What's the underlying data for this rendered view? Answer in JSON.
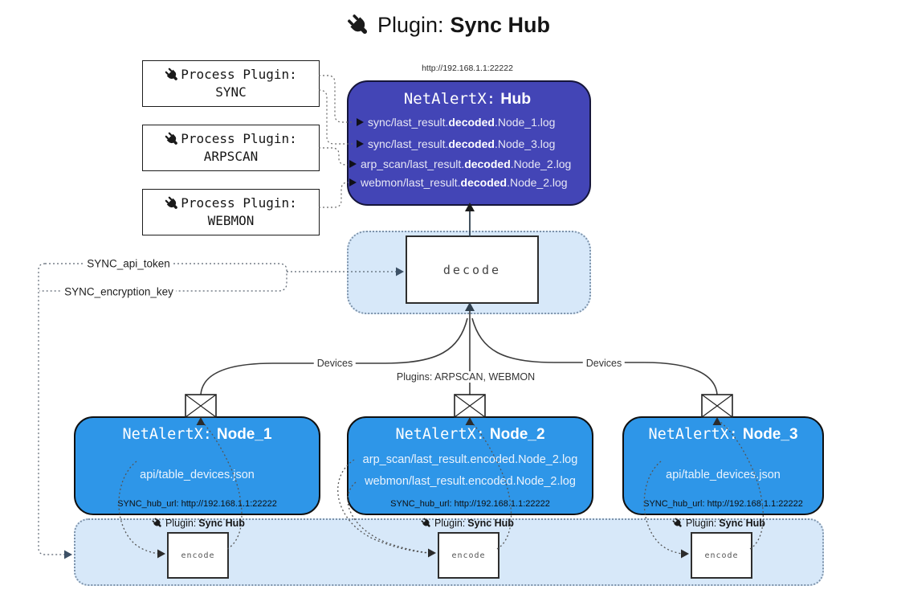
{
  "title": {
    "label": "Plugin:",
    "name": "Sync Hub"
  },
  "hub": {
    "url": "http://192.168.1.1:22222",
    "name_prefix": "NetAlertX:",
    "name": "Hub",
    "logs": [
      {
        "pre": "sync/last_result.",
        "bold": "decoded",
        "post": ".Node_1.log"
      },
      {
        "pre": "sync/last_result.",
        "bold": "decoded",
        "post": ".Node_3.log"
      },
      {
        "pre": "arp_scan/last_result.",
        "bold": "decoded",
        "post": ".Node_2.log"
      },
      {
        "pre": "webmon/last_result.",
        "bold": "decoded",
        "post": ".Node_2.log"
      }
    ]
  },
  "process_plugins": [
    {
      "label": "Process Plugin:",
      "name": "SYNC"
    },
    {
      "label": "Process Plugin:",
      "name": "ARPSCAN"
    },
    {
      "label": "Process Plugin:",
      "name": "WEBMON"
    }
  ],
  "decode": {
    "label": "decode"
  },
  "settings": {
    "api_token": "SYNC_api_token",
    "encryption_key": "SYNC_encryption_key"
  },
  "edge_labels": {
    "devices_left": "Devices",
    "plugins_center": "Plugins: ARPSCAN, WEBMON",
    "devices_right": "Devices"
  },
  "nodes": [
    {
      "name_prefix": "NetAlertX:",
      "name": "Node_1",
      "files": [
        "api/table_devices.json"
      ],
      "hub_url": "SYNC_hub_url: http://192.168.1.1:22222"
    },
    {
      "name_prefix": "NetAlertX:",
      "name": "Node_2",
      "files": [
        "arp_scan/last_result.encoded.Node_2.log",
        "webmon/last_result.encoded.Node_2.log"
      ],
      "hub_url": "SYNC_hub_url: http://192.168.1.1:22222"
    },
    {
      "name_prefix": "NetAlertX:",
      "name": "Node_3",
      "files": [
        "api/table_devices.json"
      ],
      "hub_url": "SYNC_hub_url: http://192.168.1.1:22222"
    }
  ],
  "encoders": [
    {
      "plugin_label": "Plugin:",
      "plugin_name": "Sync Hub",
      "op": "encode"
    },
    {
      "plugin_label": "Plugin:",
      "plugin_name": "Sync Hub",
      "op": "encode"
    },
    {
      "plugin_label": "Plugin:",
      "plugin_name": "Sync Hub",
      "op": "encode"
    }
  ],
  "colors": {
    "hub_fill": "#4345b6",
    "node_fill": "#2e96e8",
    "panel_fill": "#d7e8f9",
    "hub_text": "#e7e7f5",
    "node_text": "#eaf3fd",
    "line": "#3c3c3c"
  }
}
